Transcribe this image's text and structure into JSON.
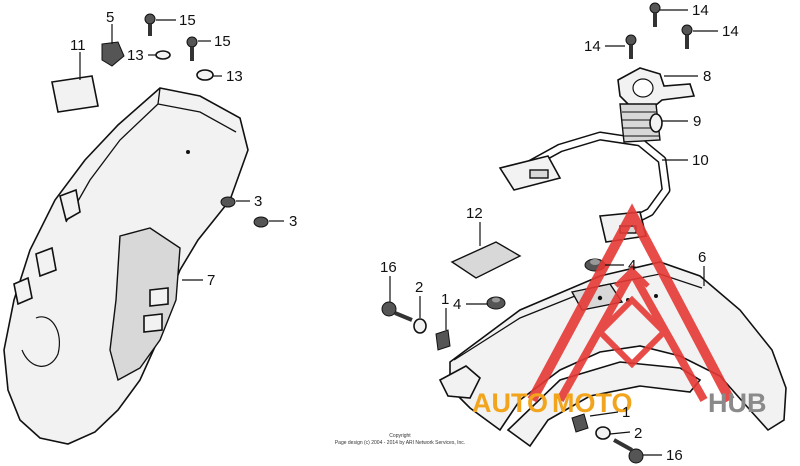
{
  "callouts": [
    {
      "id": "c5",
      "text": "5"
    },
    {
      "id": "c15a",
      "text": "15"
    },
    {
      "id": "c11",
      "text": "11"
    },
    {
      "id": "c13a",
      "text": "13"
    },
    {
      "id": "c15b",
      "text": "15"
    },
    {
      "id": "c13b",
      "text": "13"
    },
    {
      "id": "c3a",
      "text": "3"
    },
    {
      "id": "c3b",
      "text": "3"
    },
    {
      "id": "c7",
      "text": "7"
    },
    {
      "id": "c14a",
      "text": "14"
    },
    {
      "id": "c14b",
      "text": "14"
    },
    {
      "id": "c14c",
      "text": "14"
    },
    {
      "id": "c8",
      "text": "8"
    },
    {
      "id": "c9",
      "text": "9"
    },
    {
      "id": "c10",
      "text": "10"
    },
    {
      "id": "c12",
      "text": "12"
    },
    {
      "id": "c4a",
      "text": "4"
    },
    {
      "id": "c6",
      "text": "6"
    },
    {
      "id": "c16a",
      "text": "16"
    },
    {
      "id": "c2a",
      "text": "2"
    },
    {
      "id": "c1a",
      "text": "1"
    },
    {
      "id": "c4b",
      "text": "4"
    },
    {
      "id": "c1b",
      "text": "1"
    },
    {
      "id": "c2b",
      "text": "2"
    },
    {
      "id": "c16b",
      "text": "16"
    }
  ],
  "copyright": {
    "line1": "Copyright",
    "line2": "Page design (c) 2004 - 2014 by ARI Network Services, Inc."
  },
  "watermark": {
    "text_auto": "AUTO",
    "text_moto": "MOTO",
    "text_hub": "HUB",
    "color_orange": "#f2a51c",
    "color_red": "#e53935",
    "color_gray": "#8a8a8a"
  }
}
